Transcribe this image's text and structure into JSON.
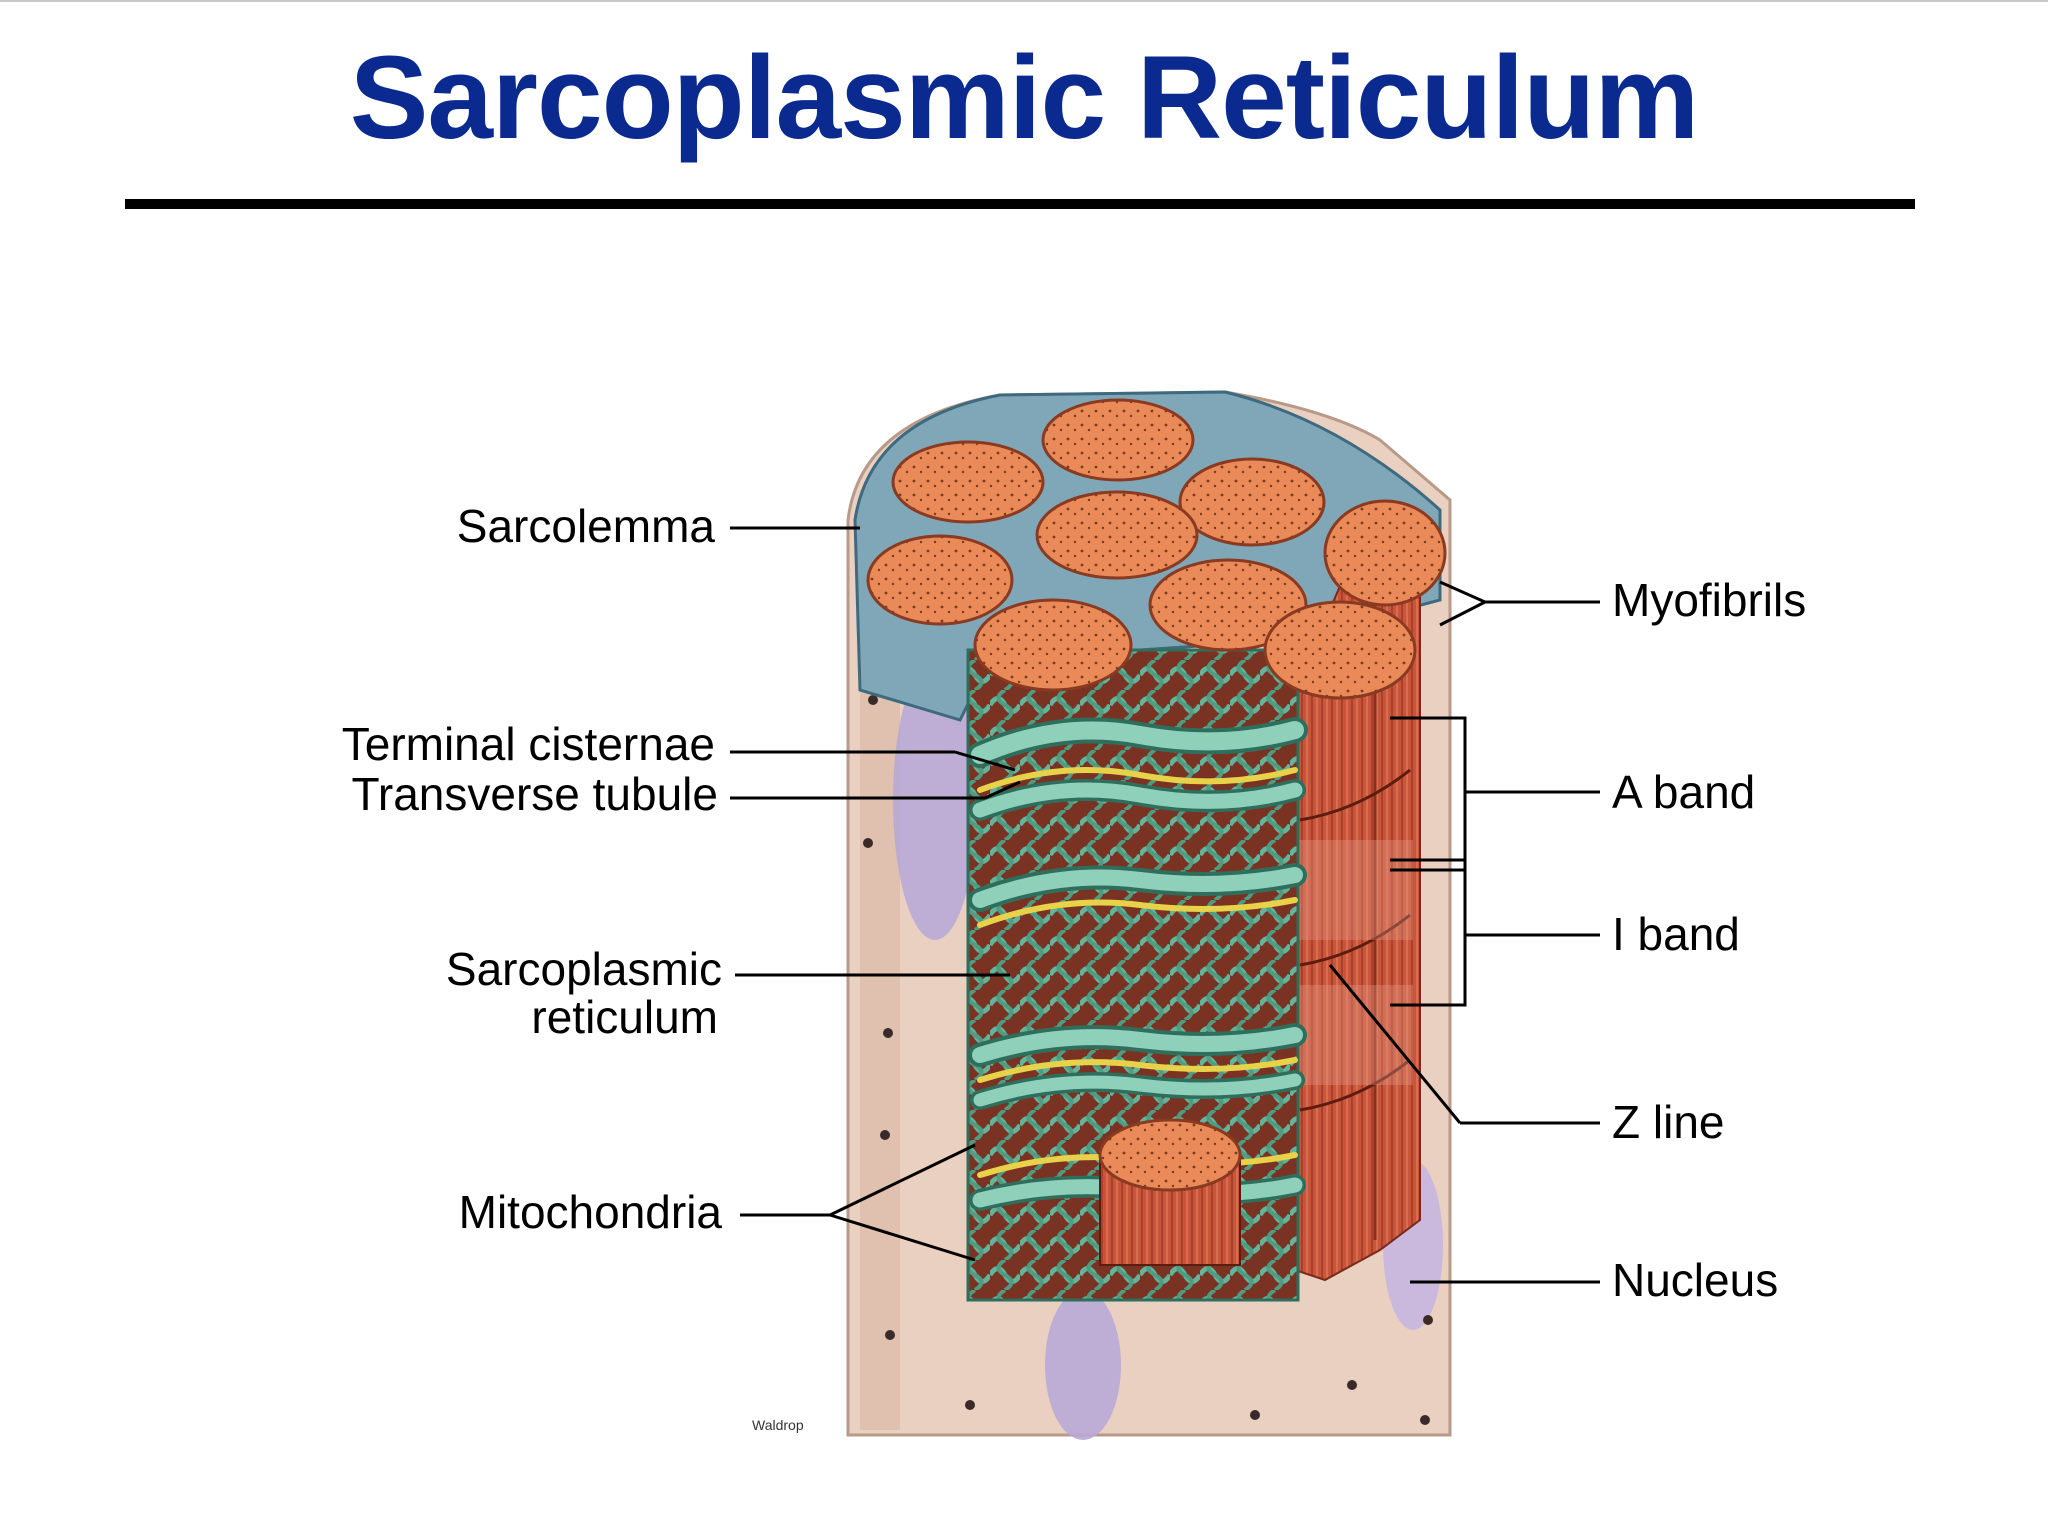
{
  "slide": {
    "title": "Sarcoplasmic Reticulum"
  },
  "diagram": {
    "labels_left": {
      "sarcolemma": "Sarcolemma",
      "terminal_cisternae": "Terminal cisternae",
      "transverse_tubule": "Transverse tubule",
      "sarcoplasmic_reticulum_line1": "Sarcoplasmic",
      "sarcoplasmic_reticulum_line2": "reticulum",
      "mitochondria": "Mitochondria"
    },
    "labels_right": {
      "myofibrils": "Myofibrils",
      "a_band": "A band",
      "i_band": "I band",
      "z_line": "Z line",
      "nucleus": "Nucleus"
    },
    "artist_credit": "Waldrop",
    "colors": {
      "title": "#0a2a8f",
      "myofibril_face": "#e98a58",
      "myofibril_side": "#c9553a",
      "reticulum": "#63b49a",
      "tubule": "#e8d24a",
      "sarcolemma": "#e9c9b8",
      "nucleus": "#b9a8d6"
    }
  }
}
